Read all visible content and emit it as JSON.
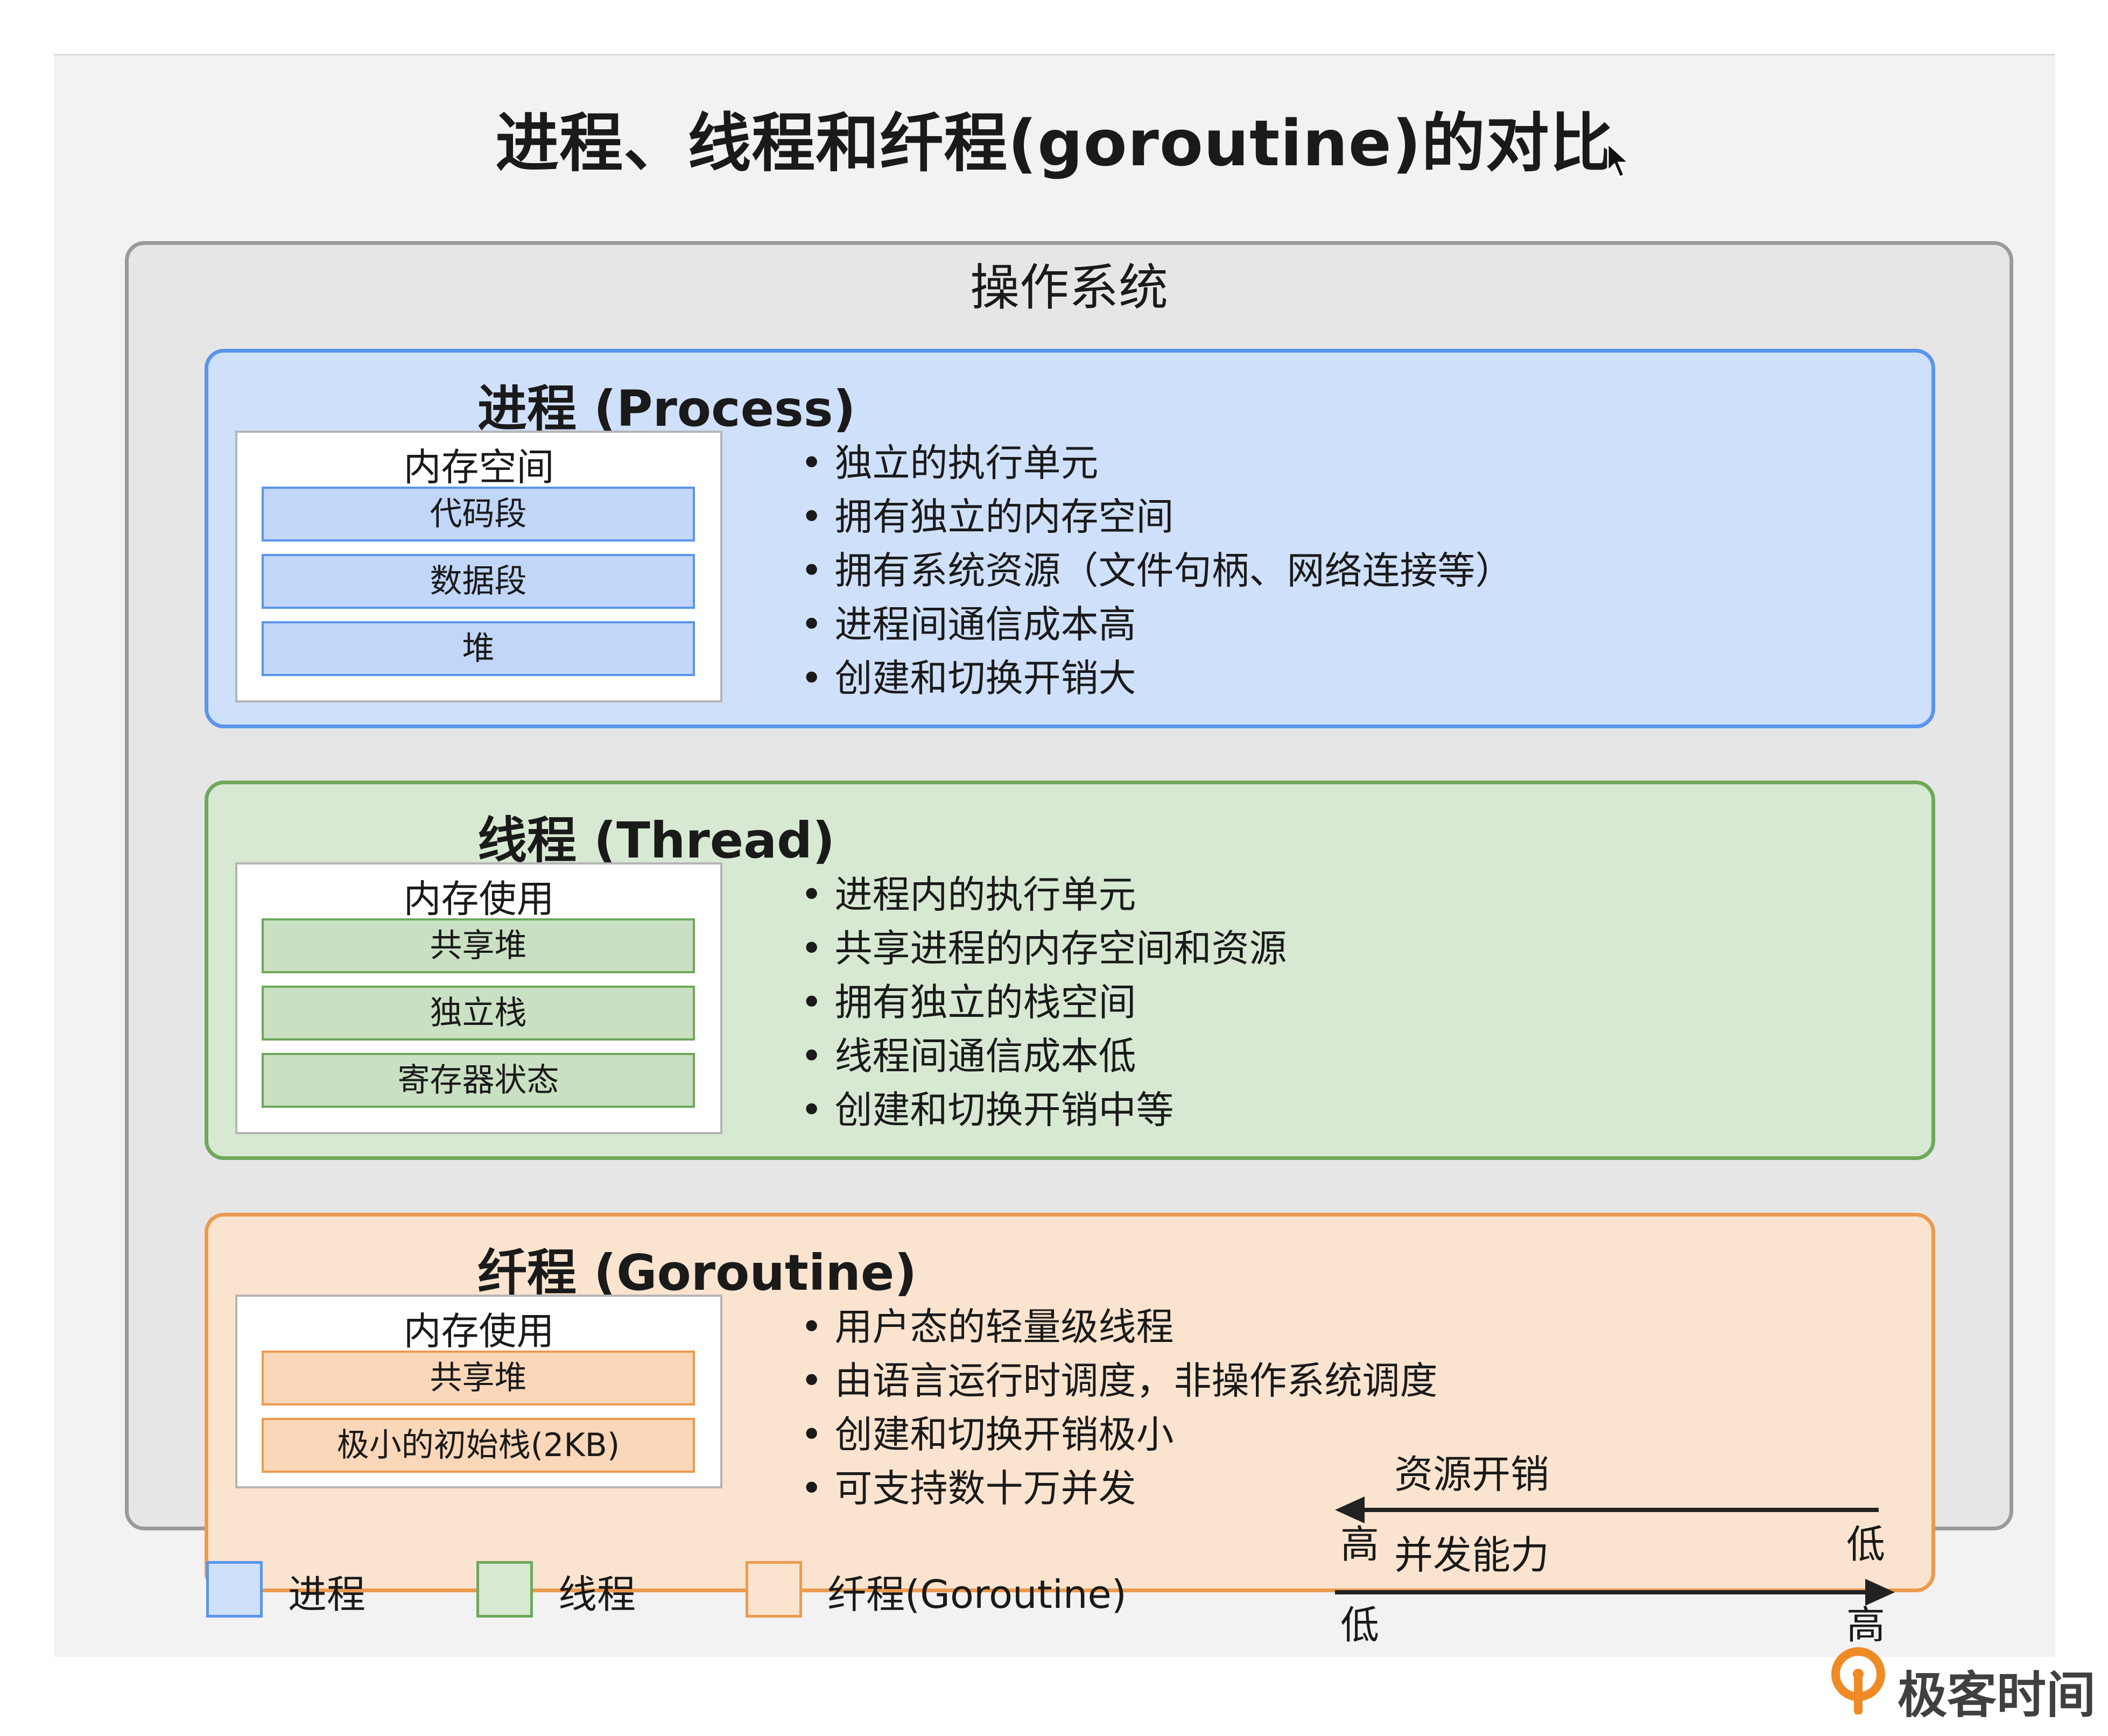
{
  "title": "进程、线程和纤程(goroutine)的对比",
  "os_label": "操作系统",
  "panels": [
    {
      "title": "进程 (Process)",
      "memory_title": "内存空间",
      "segments": [
        "代码段",
        "数据段",
        "堆"
      ],
      "bullets": [
        "独立的执行单元",
        "拥有独立的内存空间",
        "拥有系统资源（文件句柄、网络连接等）",
        "进程间通信成本高",
        "创建和切换开销大"
      ],
      "color": "#cfe0fb",
      "border_color": "#5a95ec"
    },
    {
      "title": "线程 (Thread)",
      "memory_title": "内存使用",
      "segments": [
        "共享堆",
        "独立栈",
        "寄存器状态"
      ],
      "bullets": [
        "进程内的执行单元",
        "共享进程的内存空间和资源",
        "拥有独立的栈空间",
        "线程间通信成本低",
        "创建和切换开销中等"
      ],
      "color": "#d7e9d2",
      "border_color": "#6ea85b"
    },
    {
      "title": "纤程 (Goroutine)",
      "memory_title": "内存使用",
      "segments": [
        "共享堆",
        "极小的初始栈(2KB)"
      ],
      "bullets": [
        "用户态的轻量级线程",
        "由语言运行时调度，非操作系统调度",
        "创建和切换开销极小",
        "可支持数十万并发"
      ],
      "color": "#fbe4cf",
      "border_color": "#ec9a4e"
    }
  ],
  "legend": [
    {
      "label": "进程",
      "color": "#cfe0fb",
      "border_color": "#5a95ec"
    },
    {
      "label": "线程",
      "color": "#d7e9d2",
      "border_color": "#6ea85b"
    },
    {
      "label": "纤程(Goroutine)",
      "color": "#fbe4cf",
      "border_color": "#ec9a4e"
    }
  ],
  "scales": {
    "resource_cost": {
      "label": "资源开销",
      "left": "高",
      "right": "低",
      "direction": "right-to-left"
    },
    "concurrency": {
      "label": "并发能力",
      "left": "低",
      "right": "高",
      "direction": "left-to-right"
    }
  },
  "brand": {
    "name": "极客时间",
    "color": "#f08a24"
  }
}
